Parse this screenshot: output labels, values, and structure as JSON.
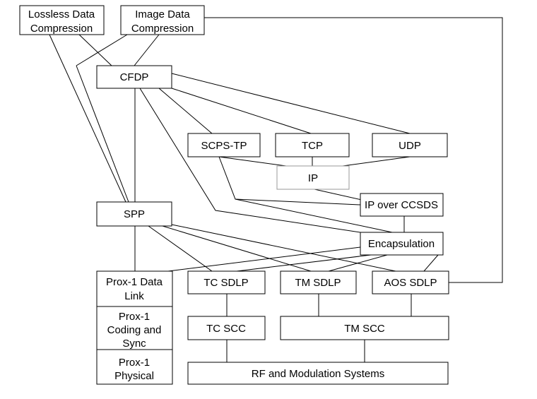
{
  "diagram": {
    "nodes": {
      "lossless": [
        "Lossless Data",
        "Compression"
      ],
      "image": [
        "Image Data",
        "Compression"
      ],
      "cfdp": [
        "CFDP"
      ],
      "scps_tp": [
        "SCPS-TP"
      ],
      "tcp": [
        "TCP"
      ],
      "udp": [
        "UDP"
      ],
      "ip": [
        "IP"
      ],
      "ip_over_ccsds": [
        "IP over CCSDS"
      ],
      "spp": [
        "SPP"
      ],
      "encapsulation": [
        "Encapsulation"
      ],
      "prox1_data_link": [
        "Prox-1 Data",
        "Link"
      ],
      "prox1_coding_sync": [
        "Prox-1",
        "Coding and",
        "Sync"
      ],
      "prox1_physical": [
        "Prox-1",
        "Physical"
      ],
      "tc_sdlp": [
        "TC SDLP"
      ],
      "tm_sdlp": [
        "TM SDLP"
      ],
      "aos_sdlp": [
        "AOS SDLP"
      ],
      "tc_scc": [
        "TC SCC"
      ],
      "tm_scc": [
        "TM SCC"
      ],
      "rf_modulation": [
        "RF and Modulation Systems"
      ]
    },
    "connections": [
      [
        "lossless",
        "cfdp"
      ],
      [
        "lossless",
        "spp"
      ],
      [
        "image",
        "cfdp"
      ],
      [
        "image",
        "spp"
      ],
      [
        "image",
        "aos_sdlp"
      ],
      [
        "cfdp",
        "spp"
      ],
      [
        "cfdp",
        "scps_tp"
      ],
      [
        "cfdp",
        "tcp"
      ],
      [
        "cfdp",
        "udp"
      ],
      [
        "cfdp",
        "encapsulation"
      ],
      [
        "scps_tp",
        "ip"
      ],
      [
        "tcp",
        "ip"
      ],
      [
        "udp",
        "ip"
      ],
      [
        "scps_tp",
        "ip_over_ccsds"
      ],
      [
        "ip",
        "ip_over_ccsds"
      ],
      [
        "ip_over_ccsds",
        "encapsulation"
      ],
      [
        "scps_tp",
        "encapsulation"
      ],
      [
        "spp",
        "prox1_data_link"
      ],
      [
        "spp",
        "tc_sdlp"
      ],
      [
        "spp",
        "tm_sdlp"
      ],
      [
        "spp",
        "aos_sdlp"
      ],
      [
        "encapsulation",
        "prox1_data_link"
      ],
      [
        "encapsulation",
        "tc_sdlp"
      ],
      [
        "encapsulation",
        "tm_sdlp"
      ],
      [
        "encapsulation",
        "aos_sdlp"
      ],
      [
        "tc_sdlp",
        "tc_scc"
      ],
      [
        "tm_sdlp",
        "tm_scc"
      ],
      [
        "aos_sdlp",
        "tm_scc"
      ],
      [
        "tc_scc",
        "rf_modulation"
      ],
      [
        "tm_scc",
        "rf_modulation"
      ]
    ]
  }
}
